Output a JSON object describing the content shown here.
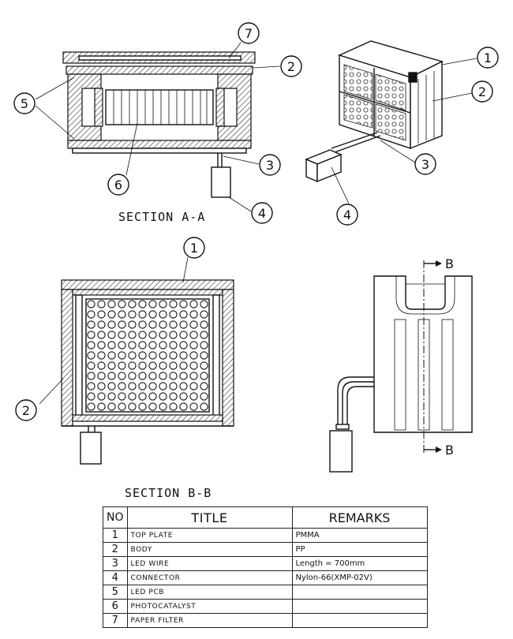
{
  "callouts": {
    "a_top_plate": "7",
    "a_body": "2",
    "a_pcb": "5",
    "a_photocatalyst": "6",
    "a_wire": "3",
    "a_connector": "4",
    "iso_top_plate": "1",
    "iso_body": "2",
    "iso_wire": "3",
    "iso_connector": "4",
    "b_top_plate": "1",
    "b_body": "2"
  },
  "section_labels": {
    "a": "SECTION A-A",
    "b": "SECTION B-B"
  },
  "cut_marks": {
    "top": "B",
    "bottom": "B"
  },
  "table": {
    "headers": {
      "no": "NO",
      "title": "TITLE",
      "remarks": "REMARKS"
    },
    "rows": [
      {
        "no": "1",
        "title": "TOP PLATE",
        "remarks": "PMMA"
      },
      {
        "no": "2",
        "title": "BODY",
        "remarks": "PP"
      },
      {
        "no": "3",
        "title": "LED WIRE",
        "remarks": "Length = 700mm"
      },
      {
        "no": "4",
        "title": "CONNECTOR",
        "remarks": "Nylon-66(XMP-02V)"
      },
      {
        "no": "5",
        "title": "LED PCB",
        "remarks": ""
      },
      {
        "no": "6",
        "title": "PHOTOCATALYST",
        "remarks": ""
      },
      {
        "no": "7",
        "title": "PAPER FILTER",
        "remarks": ""
      }
    ]
  }
}
